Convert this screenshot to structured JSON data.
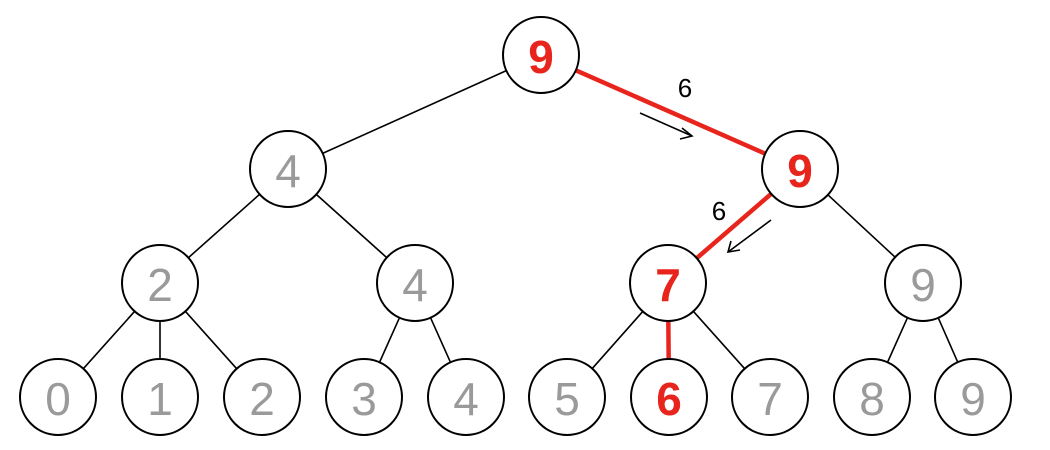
{
  "colors": {
    "highlight": "#e8251c",
    "dim": "#9a9a9a",
    "stroke": "#000000"
  },
  "nodes": [
    {
      "id": "root",
      "label": "9",
      "highlight": true
    },
    {
      "id": "l1-left",
      "label": "4",
      "highlight": false
    },
    {
      "id": "l1-right",
      "label": "9",
      "highlight": true
    },
    {
      "id": "l2-a",
      "label": "2",
      "highlight": false
    },
    {
      "id": "l2-b",
      "label": "4",
      "highlight": false
    },
    {
      "id": "l2-c",
      "label": "7",
      "highlight": true
    },
    {
      "id": "l2-d",
      "label": "9",
      "highlight": false
    },
    {
      "id": "leaf-0",
      "label": "0",
      "highlight": false
    },
    {
      "id": "leaf-1",
      "label": "1",
      "highlight": false
    },
    {
      "id": "leaf-2",
      "label": "2",
      "highlight": false
    },
    {
      "id": "leaf-3",
      "label": "3",
      "highlight": false
    },
    {
      "id": "leaf-4",
      "label": "4",
      "highlight": false
    },
    {
      "id": "leaf-5",
      "label": "5",
      "highlight": false
    },
    {
      "id": "leaf-6",
      "label": "6",
      "highlight": true
    },
    {
      "id": "leaf-7",
      "label": "7",
      "highlight": false
    },
    {
      "id": "leaf-8",
      "label": "8",
      "highlight": false
    },
    {
      "id": "leaf-9",
      "label": "9",
      "highlight": false
    }
  ],
  "edges": [
    {
      "from": "root",
      "to": "l1-left",
      "highlight": false
    },
    {
      "from": "root",
      "to": "l1-right",
      "highlight": true
    },
    {
      "from": "l1-left",
      "to": "l2-a",
      "highlight": false
    },
    {
      "from": "l1-left",
      "to": "l2-b",
      "highlight": false
    },
    {
      "from": "l1-right",
      "to": "l2-c",
      "highlight": true
    },
    {
      "from": "l1-right",
      "to": "l2-d",
      "highlight": false
    },
    {
      "from": "l2-a",
      "to": "leaf-0",
      "highlight": false
    },
    {
      "from": "l2-a",
      "to": "leaf-1",
      "highlight": false
    },
    {
      "from": "l2-a",
      "to": "leaf-2",
      "highlight": false
    },
    {
      "from": "l2-b",
      "to": "leaf-3",
      "highlight": false
    },
    {
      "from": "l2-b",
      "to": "leaf-4",
      "highlight": false
    },
    {
      "from": "l2-c",
      "to": "leaf-5",
      "highlight": false
    },
    {
      "from": "l2-c",
      "to": "leaf-6",
      "highlight": true
    },
    {
      "from": "l2-c",
      "to": "leaf-7",
      "highlight": false
    },
    {
      "from": "l2-d",
      "to": "leaf-8",
      "highlight": false
    },
    {
      "from": "l2-d",
      "to": "leaf-9",
      "highlight": false
    }
  ],
  "annotations": [
    {
      "id": "query-upper",
      "text": "6"
    },
    {
      "id": "query-lower",
      "text": "6"
    }
  ]
}
